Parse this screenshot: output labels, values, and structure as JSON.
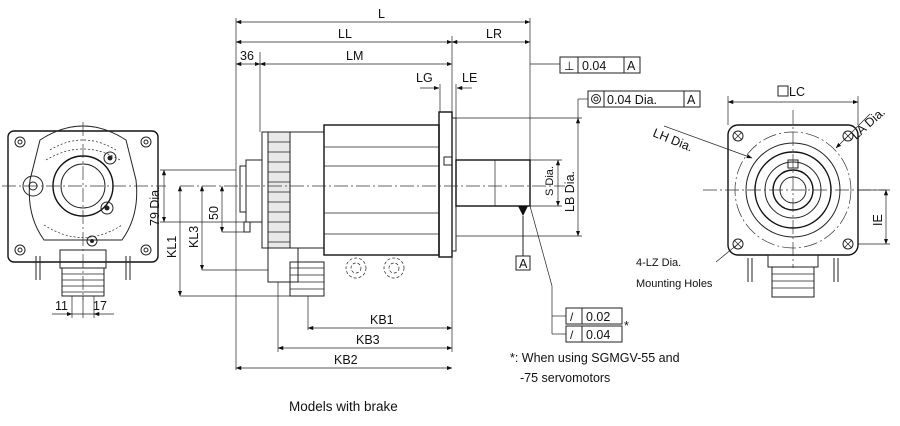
{
  "caption": "Models with brake",
  "labels": {
    "L": "L",
    "LL": "LL",
    "LR": "LR",
    "LM": "LM",
    "d36": "36",
    "LG": "LG",
    "LE": "LE",
    "perp_symbol": "⊥",
    "perp_value": "0.04",
    "datumA": "A",
    "conc_value": "0.04 Dia.",
    "S_dia": "S Dia.",
    "LB_dia": "LB Dia.",
    "runout_symbol": "/",
    "runout_value1": "0.02",
    "runout_value2": "0.04",
    "asterisk": "*",
    "d79dia": "79 Dia.",
    "KL1": "KL1",
    "KL3": "KL3",
    "d50": "50",
    "d11": "11",
    "d17": "17",
    "KB1": "KB1",
    "KB3": "KB3",
    "KB2": "KB2",
    "note1": "*: When using SGMGV-55 and",
    "note2": "-75 servomotors",
    "LC": "LC",
    "LH_dia": "LH Dia.",
    "LA_dia": "LA Dia.",
    "holes1": "4-LZ Dia.",
    "holes2": "Mounting Holes",
    "IE": "IE"
  }
}
